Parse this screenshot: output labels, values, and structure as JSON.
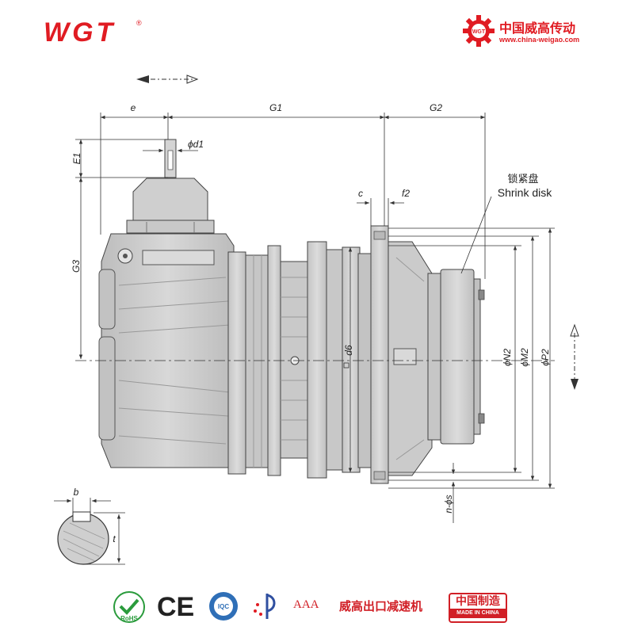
{
  "header": {
    "logo": "WGT",
    "logo_mark": "®",
    "brand_cn": "中国威高传动",
    "brand_url": "www.china-weigao.com",
    "gear_badge": "WGT"
  },
  "drawing": {
    "dimensions": {
      "e": "e",
      "g1": "G1",
      "g2": "G2",
      "e1": "E1",
      "g3": "G3",
      "d1": "ϕd1",
      "c": "c",
      "f2": "f2",
      "d6": "d6",
      "n2": "ϕN2",
      "m2": "ϕM2",
      "p2": "ϕP2",
      "ns": "n-ϕs",
      "b": "b",
      "t": "t"
    },
    "callout_cn": "锁紧盘",
    "callout_en": "Shrink disk"
  },
  "footer": {
    "rohs": "RoHS",
    "ce": "CE",
    "iqc": "IQC",
    "aaa": "AAA",
    "slogan": "威高出口减速机",
    "made_cn": "中国制造",
    "made_en": "MADE IN CHINA"
  },
  "colors": {
    "brand_red": "#e01b22",
    "body_gray": "#c9c9c9",
    "line_dark": "#333333"
  }
}
